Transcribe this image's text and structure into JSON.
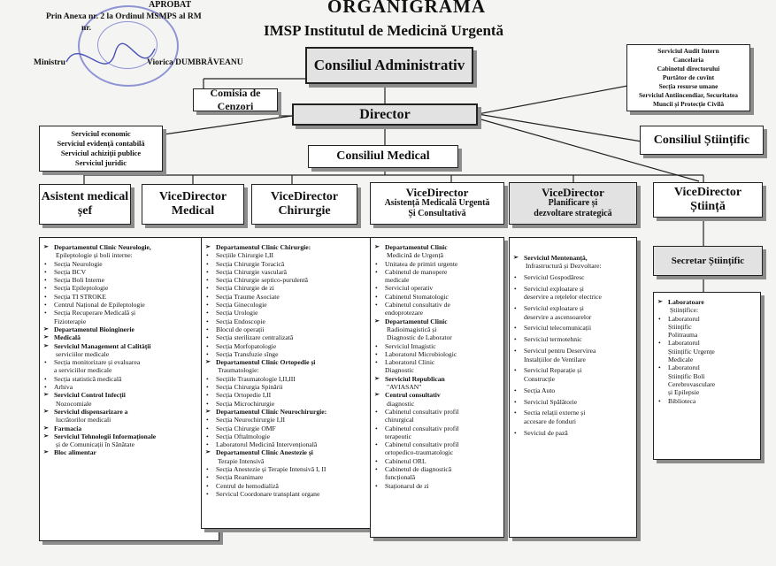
{
  "header": {
    "approval_title": "APROBAT",
    "approval_line1": "Prin Anexa nr. 2 la Ordinul MSMPS al RM",
    "approval_line2": "nr.",
    "minister_label": "Ministru",
    "minister_name": "Viorica DUMBRĂVEANU",
    "org_title": "ORGANIGRAMA",
    "institution": "IMSP   Institutul de Medicină Urgentă"
  },
  "top": {
    "consiliul_administrativ": "Consiliul Administrativ",
    "comisia_cenzori": "Comisia de Cenzori",
    "director": "Director",
    "consiliul_medical": "Consiliul Medical",
    "consiliul_stiintific": "Consiliul Științific",
    "audit_lines": [
      "Serviciul Audit Intern",
      "Cancelaria",
      "Cabinetul directorului",
      "Purtător de cuvînt",
      "Secția resurse umane",
      "Serviciul Antiincendiar, Securitatea",
      "Muncii și Protecție Civilă"
    ],
    "economic_lines": [
      "Serviciul economic",
      "Serviciul evidență contabilă",
      "Serviciul achiziții publice",
      "Serviciul  juridic"
    ]
  },
  "level2": {
    "asistent": [
      "Asistent medical",
      "șef"
    ],
    "vd_medical": [
      "ViceDirector",
      "Medical"
    ],
    "vd_chirurgie": [
      "ViceDirector",
      "Chirurgie"
    ],
    "vd_urgenta": [
      "ViceDirector",
      "Asistență Medicală Urgentă",
      "Și Consultativă"
    ],
    "vd_planificare": [
      "ViceDirector",
      "Planificare și",
      "dezvoltare strategică"
    ],
    "vd_stiinta": [
      "ViceDirector",
      "Știință"
    ],
    "secretar": "Secretar Științific"
  },
  "columns": {
    "medical": [
      {
        "t": "a",
        "text": "Departamentul Clinic Neurologie,"
      },
      {
        "t": "c",
        "text": "Epileptologie și boli interne:"
      },
      {
        "t": "b",
        "text": "Secția Neurologie"
      },
      {
        "t": "b",
        "text": "Secția BCV"
      },
      {
        "t": "b",
        "text": "Secția Boli Interne"
      },
      {
        "t": "b",
        "text": "Secția Epileptologie"
      },
      {
        "t": "b",
        "text": "Secția TI STROKE"
      },
      {
        "t": "b",
        "text": "Centrul Național de Epileptologie"
      },
      {
        "t": "b",
        "text": "Secția Recuperare Medicală și"
      },
      {
        "t": "n",
        "text": "Fizioterapie"
      },
      {
        "t": "a",
        "text": "Departamentul Bioinginerie"
      },
      {
        "t": "a",
        "text": "Medicală"
      },
      {
        "t": "a",
        "text": "Serviciul Management al Calității"
      },
      {
        "t": "c",
        "text": "serviciilor medicale"
      },
      {
        "t": "b",
        "text": "Secția monitorizare și evaluarea"
      },
      {
        "t": "n",
        "text": "a serviciilor medicale"
      },
      {
        "t": "b",
        "text": "Secția statistică medicală"
      },
      {
        "t": "b",
        "text": "Arhiva"
      },
      {
        "t": "a",
        "text": "Serviciul Control Infecții"
      },
      {
        "t": "c",
        "text": "Nozocomiale"
      },
      {
        "t": "a",
        "text": "Serviciul dispensarizare a"
      },
      {
        "t": "c",
        "text": "lucrătorilor medicali"
      },
      {
        "t": "a",
        "text": "Farmacia"
      },
      {
        "t": "a",
        "text": "Serviciul Tehnologii Informaționale"
      },
      {
        "t": "c",
        "text": "și de Comunicații în Sănătate"
      },
      {
        "t": "a",
        "text": "Bloc alimentar"
      }
    ],
    "chirurgie": [
      {
        "t": "a",
        "text": "Departamentul Clinic Chirurgie:"
      },
      {
        "t": "b",
        "text": "Secțiile Chirurgie I,II"
      },
      {
        "t": "b",
        "text": "Secția Chirurgie Toracică"
      },
      {
        "t": "b",
        "text": "Secția Chirurgie vasculară"
      },
      {
        "t": "b",
        "text": "Secția Chirurgie septico-purulentă"
      },
      {
        "t": "b",
        "text": "Secția Chirurgie de zi"
      },
      {
        "t": "b",
        "text": "Secția Traume Asociate"
      },
      {
        "t": "b",
        "text": "Secția Ginecologie"
      },
      {
        "t": "b",
        "text": "Secția Urologie"
      },
      {
        "t": "b",
        "text": "Secția Endoscopie"
      },
      {
        "t": "b",
        "text": "Blocul de operații"
      },
      {
        "t": "b",
        "text": "Secția sterilizare centralizată"
      },
      {
        "t": "b",
        "text": "Secția Morfopatologie"
      },
      {
        "t": "b",
        "text": "Secția Transfuzie sînge"
      },
      {
        "t": "a",
        "text": "Departamentul Clinic Ortopedie și"
      },
      {
        "t": "c",
        "text": "Traumatologie:"
      },
      {
        "t": "b",
        "text": "Secțiile Traumatologie I,II,III"
      },
      {
        "t": "b",
        "text": "Secția Chirurgia Spinării"
      },
      {
        "t": "b",
        "text": "Secția Ortopedie I,II"
      },
      {
        "t": "b",
        "text": "Secția Microchirurgie"
      },
      {
        "t": "a",
        "text": "Departamentul Clinic Neurochirurgie:"
      },
      {
        "t": "b",
        "text": "Secția  Neurochirurgie I,II"
      },
      {
        "t": "b",
        "text": "Secția Chirurgie OMF"
      },
      {
        "t": "b",
        "text": "Secția Oftalmologie"
      },
      {
        "t": "b",
        "text": "Laboratorul Medicină Intervențională"
      },
      {
        "t": "a",
        "text": "Departamentul Clinic Anestezie și"
      },
      {
        "t": "c",
        "text": "Terapie Intensivă"
      },
      {
        "t": "b",
        "text": "Secția Anestezie și Terapie Intensivă I, II"
      },
      {
        "t": "b",
        "text": "Secția Reanimare"
      },
      {
        "t": "b",
        "text": "Centrul de hemodializă"
      },
      {
        "t": "b",
        "text": "Servicul Coordonare transplant organe"
      }
    ],
    "urgenta": [
      {
        "t": "a",
        "text": "Departamentul Clinic"
      },
      {
        "t": "c",
        "text": "Medicină de Urgență"
      },
      {
        "t": "b",
        "text": "Unitatea de primiri urgente"
      },
      {
        "t": "b",
        "text": "Cabinetul de manopere"
      },
      {
        "t": "n",
        "text": "medicale"
      },
      {
        "t": "b",
        "text": "Serviciul operativ"
      },
      {
        "t": "b",
        "text": "Cabinetul  Stomatologic"
      },
      {
        "t": "b",
        "text": "Cabinetul consultativ de"
      },
      {
        "t": "n",
        "text": "endoprotezare"
      },
      {
        "t": "a",
        "text": "Departamentul Clinic"
      },
      {
        "t": "c",
        "text": "Radioimagistică și"
      },
      {
        "t": "c",
        "text": "Diagnostic de Laborator"
      },
      {
        "t": "b",
        "text": "Serviciul Imagistic"
      },
      {
        "t": "b",
        "text": "Laboratorul Microbiologic"
      },
      {
        "t": "b",
        "text": "Laboratorul Clinic"
      },
      {
        "t": "n",
        "text": "Diagnostic"
      },
      {
        "t": "a",
        "text": "Serviciul Republican"
      },
      {
        "t": "c",
        "text": "\"AVIASAN\""
      },
      {
        "t": "a",
        "text": "Centrul consultativ"
      },
      {
        "t": "c",
        "text": "diagnostic"
      },
      {
        "t": "b",
        "text": "Cabinetul consultativ profil"
      },
      {
        "t": "n",
        "text": "chirurgical"
      },
      {
        "t": "b",
        "text": "Cabinetul consultativ profil"
      },
      {
        "t": "n",
        "text": "terapeutic"
      },
      {
        "t": "b",
        "text": "Cabinetul consultativ profil"
      },
      {
        "t": "n",
        "text": "ortopedico-traumatologic"
      },
      {
        "t": "b",
        "text": "Cabinetul ORL"
      },
      {
        "t": "b",
        "text": "Cabinetul de  diagnostică"
      },
      {
        "t": "n",
        "text": "funcțională"
      },
      {
        "t": "b",
        "text": "Staționarul de zi"
      }
    ],
    "planificare": [
      {
        "t": "a",
        "text": "Serviciul Mentenanță,"
      },
      {
        "t": "c",
        "text": "Infrastructură și Dezvoltare:"
      },
      {
        "t": "s",
        "text": ""
      },
      {
        "t": "b",
        "text": "Serviciul Gospodăresc"
      },
      {
        "t": "s",
        "text": ""
      },
      {
        "t": "b",
        "text": "Serviciul exploatare și"
      },
      {
        "t": "n",
        "text": "deservire a rețelelor electrice"
      },
      {
        "t": "s",
        "text": ""
      },
      {
        "t": "b",
        "text": "Serviciul exploatare și"
      },
      {
        "t": "n",
        "text": "deservire a ascensoarelor"
      },
      {
        "t": "s",
        "text": ""
      },
      {
        "t": "b",
        "text": "Serviciul telecomunicații"
      },
      {
        "t": "s",
        "text": ""
      },
      {
        "t": "b",
        "text": "Serviciul termotehnic"
      },
      {
        "t": "s",
        "text": ""
      },
      {
        "t": "b",
        "text": "Servicul pentru Deservirea"
      },
      {
        "t": "n",
        "text": "Instalțiilor de Ventilare"
      },
      {
        "t": "s",
        "text": ""
      },
      {
        "t": "b",
        "text": "Serviciul Reparație și"
      },
      {
        "t": "n",
        "text": "Construcție"
      },
      {
        "t": "s",
        "text": ""
      },
      {
        "t": "b",
        "text": "Secția Auto"
      },
      {
        "t": "s",
        "text": ""
      },
      {
        "t": "b",
        "text": "Serviciul Spălătorie"
      },
      {
        "t": "s",
        "text": ""
      },
      {
        "t": "b",
        "text": "Sectia relații externe și"
      },
      {
        "t": "n",
        "text": "accesare de fonduri"
      },
      {
        "t": "s",
        "text": ""
      },
      {
        "t": "b",
        "text": "Seviciul de pază"
      }
    ],
    "stiinta": [
      {
        "t": "a",
        "text": "Laboratoare"
      },
      {
        "t": "c",
        "text": "Științifice:"
      },
      {
        "t": "b",
        "text": "Laboratorul"
      },
      {
        "t": "n",
        "text": "Științific"
      },
      {
        "t": "n",
        "text": "Politrauma"
      },
      {
        "t": "b",
        "text": "Laboratorul"
      },
      {
        "t": "n",
        "text": "Științific Urgențe"
      },
      {
        "t": "n",
        "text": "Medicale"
      },
      {
        "t": "b",
        "text": "Laboratorul"
      },
      {
        "t": "n",
        "text": "Științific Boli"
      },
      {
        "t": "n",
        "text": "Cerebrovasculare"
      },
      {
        "t": "n",
        "text": "și Epilepsie"
      },
      {
        "t": "b",
        "text": "Biblioteca"
      }
    ]
  },
  "colors": {
    "stamp": "#3c46be",
    "box_grey": "#e2e2e2",
    "shadow": "#8c8c8c"
  }
}
